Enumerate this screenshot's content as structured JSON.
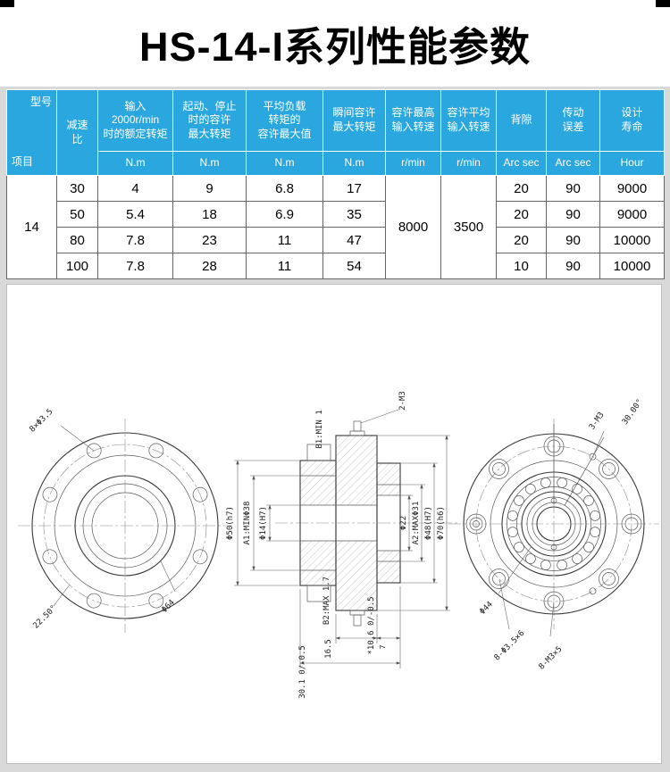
{
  "meta": {
    "accent_blue": "#2aa7df",
    "bg_gray": "#d9d9d9"
  },
  "title": "HS-14-I系列性能参数",
  "table": {
    "corner_top": "型号",
    "corner_bottom": "项目",
    "ratio_header": "减速\n比",
    "head": [
      "输入\n2000r/min\n时的额定转矩",
      "起动、停止\n时的容许\n最大转矩",
      "平均负载\n转矩的\n容许最大值",
      "瞬间容许\n最大转矩",
      "容许最高\n输入转速",
      "容许平均\n输入转速",
      "背隙",
      "传动\n误差",
      "设计\n寿命"
    ],
    "units": [
      "N.m",
      "N.m",
      "N.m",
      "N.m",
      "r/min",
      "r/min",
      "Arc sec",
      "Arc sec",
      "Hour"
    ],
    "model": "14",
    "max_input_speed": "8000",
    "avg_input_speed": "3500",
    "rows": [
      {
        "ratio": "30",
        "rated": "4",
        "startstop": "9",
        "avgload": "6.8",
        "instant": "17",
        "backlash": "20",
        "error": "90",
        "life": "9000"
      },
      {
        "ratio": "50",
        "rated": "5.4",
        "startstop": "18",
        "avgload": "6.9",
        "instant": "35",
        "backlash": "20",
        "error": "90",
        "life": "9000"
      },
      {
        "ratio": "80",
        "rated": "7.8",
        "startstop": "23",
        "avgload": "11",
        "instant": "47",
        "backlash": "20",
        "error": "90",
        "life": "10000"
      },
      {
        "ratio": "100",
        "rated": "7.8",
        "startstop": "28",
        "avgload": "11",
        "instant": "54",
        "backlash": "10",
        "error": "90",
        "life": "10000"
      }
    ]
  },
  "drawing": {
    "left": {
      "hole_note": "8×Φ3.5",
      "angle_note": "22.50°",
      "dia_note": "Φ64"
    },
    "middle": {
      "top1": "B1:MIN 1",
      "top2": "2-M3",
      "left_dims": [
        "Φ50(h7)",
        "A1:MINΦ38",
        "Φ14(H7)"
      ],
      "right_dims": [
        "Φ22",
        "A2:MAXΦ31",
        "Φ48(H7)",
        "Φ70(h6)"
      ],
      "bottom1": "B2:MAX 1.7",
      "bottom2": "*10.6 0/-0.5",
      "width_dims": [
        "16.5",
        "7",
        "30.1 0/-0.5"
      ]
    },
    "right": {
      "screw_note": "3-M3",
      "angle_note": "30.00°",
      "dia_note": "Φ44",
      "hole_note1": "8-Φ3.5×6",
      "hole_note2": "8-M3×5"
    }
  }
}
